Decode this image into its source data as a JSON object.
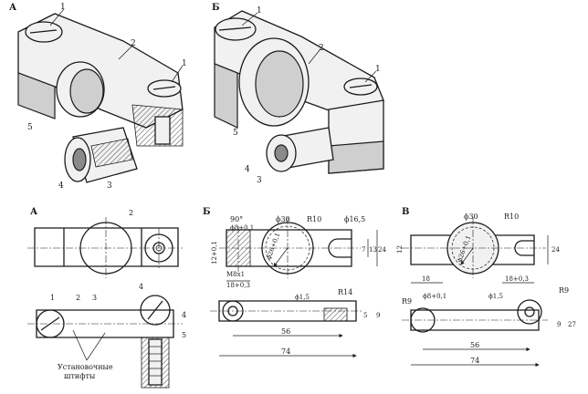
{
  "panels": {
    "iso_a": {
      "letter": "А",
      "callouts": [
        "1",
        "2",
        "1",
        "5",
        "4",
        "3"
      ]
    },
    "iso_b": {
      "letter": "Б",
      "callouts": [
        "1",
        "2",
        "1",
        "5",
        "4",
        "3"
      ]
    },
    "ortho_a": {
      "letter": "А",
      "callouts": [
        "2",
        "1",
        "2",
        "3",
        "4",
        "4",
        "5"
      ],
      "note_line1": "Установочные",
      "note_line2": "штифты"
    },
    "ortho_b": {
      "letter": "Б",
      "dims": {
        "angle": "90°",
        "pin_hole": "ϕ8+0,1",
        "big_dia": "ϕ30",
        "big_r": "R10",
        "small_dia": "ϕ16,5",
        "height_left": "12+0,1",
        "inner_dia": "ϕ26+0,1",
        "d7": "7",
        "d13": "13",
        "d24": "24",
        "thread": "M8x1",
        "d18": "18+0,3",
        "pin2": "ϕ1,5",
        "r14": "R14",
        "d5": "5",
        "d9": "9",
        "d56": "56",
        "d74": "74"
      }
    },
    "ortho_c": {
      "letter": "В",
      "dims": {
        "big_dia": "ϕ30",
        "big_r": "R10",
        "d12": "12",
        "inner_dia": "ϕ26+0,1",
        "d24": "24",
        "d18": "18",
        "d18b": "18+0,3",
        "r9a": "R9",
        "pin_hole": "ϕ8+0,1",
        "pin2": "ϕ1,5",
        "r9b": "R9",
        "d9": "9",
        "d27": "27",
        "d56": "56",
        "d74": "74"
      }
    }
  }
}
